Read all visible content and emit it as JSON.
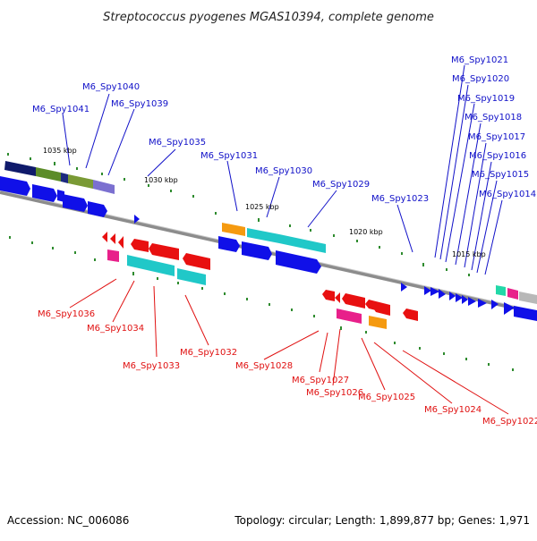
{
  "title": "Streptococcus pyogenes MGAS10394, complete genome",
  "footer": {
    "accession": "Accession: NC_006086",
    "summary": "Topology: circular; Length: 1,899,877 bp; Genes: 1,971"
  },
  "colors": {
    "forward_label": "#1010c8",
    "reverse_label": "#e01010",
    "backbone": "#8c8c8c",
    "tick": "#2e8b2e"
  },
  "ticks": [
    "1035 kbp",
    "1030 kbp",
    "1025 kbp",
    "1020 kbp",
    "1015 kbp"
  ],
  "forward_labels": [
    "M6_Spy1041",
    "M6_Spy1040",
    "M6_Spy1039",
    "M6_Spy1035",
    "M6_Spy1031",
    "M6_Spy1030",
    "M6_Spy1029",
    "M6_Spy1023",
    "M6_Spy1021",
    "M6_Spy1020",
    "M6_Spy1019",
    "M6_Spy1018",
    "M6_Spy1017",
    "M6_Spy1016",
    "M6_Spy1015",
    "M6_Spy1014"
  ],
  "reverse_labels": [
    "M6_Spy1036",
    "M6_Spy1034",
    "M6_Spy1033",
    "M6_Spy1032",
    "M6_Spy1028",
    "M6_Spy1027",
    "M6_Spy1026",
    "M6_Spy1025",
    "M6_Spy1024",
    "M6_Spy1022"
  ]
}
